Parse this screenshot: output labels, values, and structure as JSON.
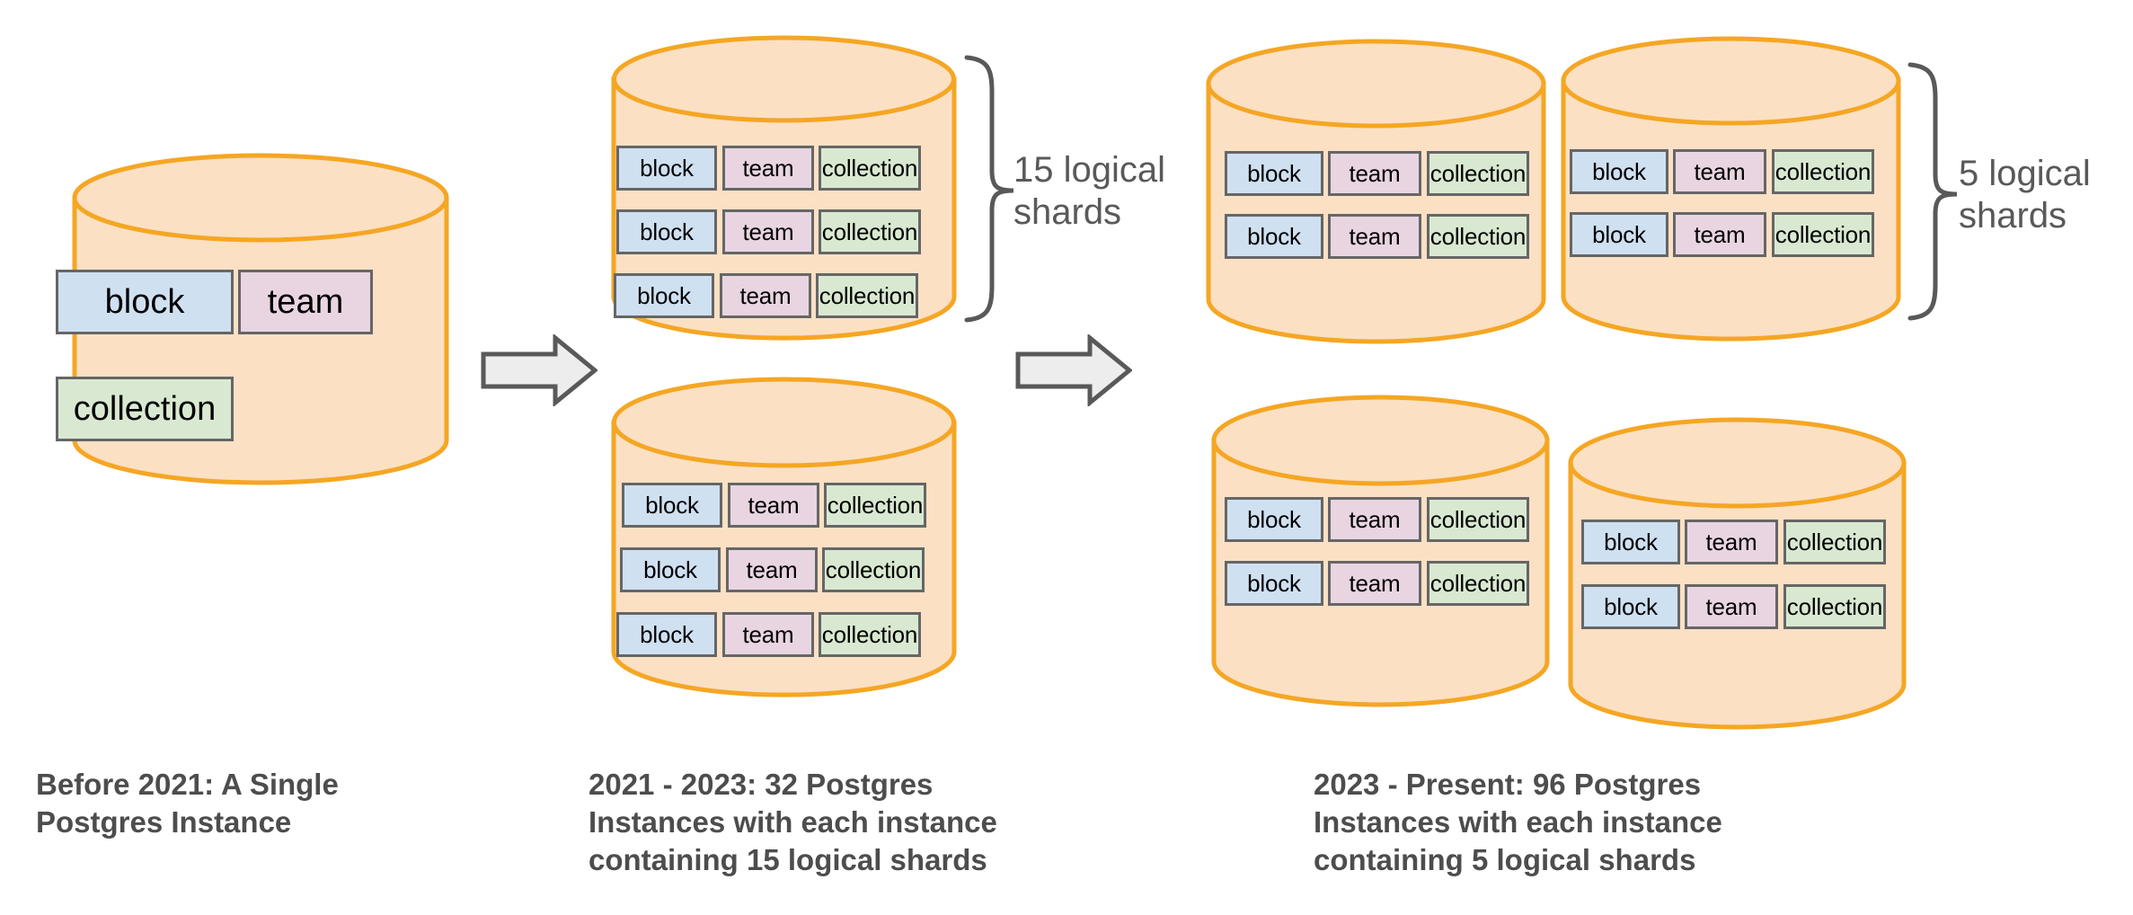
{
  "diagram": {
    "title_alt": "Notion Postgres sharding evolution",
    "colors": {
      "cylinder_fill": "#fbe0c4",
      "cylinder_stroke": "#f5a623",
      "block": "#cfe0f1",
      "team": "#e9d5e2",
      "collection": "#d9e9d1",
      "shard_border": "#666666",
      "arrow_fill": "#ededed",
      "arrow_stroke": "#595959",
      "text": "#4d4d4d",
      "brace": "#595959",
      "background": "#ffffff"
    },
    "shard_labels": {
      "block": "block",
      "team": "team",
      "collection": "collection"
    },
    "stages": [
      {
        "id": "stage-1",
        "caption": "Before 2021: A Single\nPostgres Instance",
        "instances": 1,
        "tables": [
          "block",
          "team",
          "collection"
        ]
      },
      {
        "id": "stage-2",
        "caption": "2021 - 2023: 32 Postgres\nInstances with each instance\ncontaining 15 logical shards",
        "instances": 32,
        "logical_shards_per_instance": 15,
        "brace_label": "15 logical\nshards",
        "cylinders_drawn": 2,
        "shard_rows_per_cylinder": 3
      },
      {
        "id": "stage-3",
        "caption": "2023 - Present: 96 Postgres\nInstances with each instance\ncontaining 5 logical shards",
        "instances": 96,
        "logical_shards_per_instance": 5,
        "brace_label": "5 logical\nshards",
        "cylinders_drawn": 4,
        "shard_rows_per_cylinder": 2
      }
    ],
    "arrows": [
      {
        "id": "arrow-1-to-2",
        "direction": "right"
      },
      {
        "id": "arrow-2-to-3",
        "direction": "right"
      }
    ]
  }
}
